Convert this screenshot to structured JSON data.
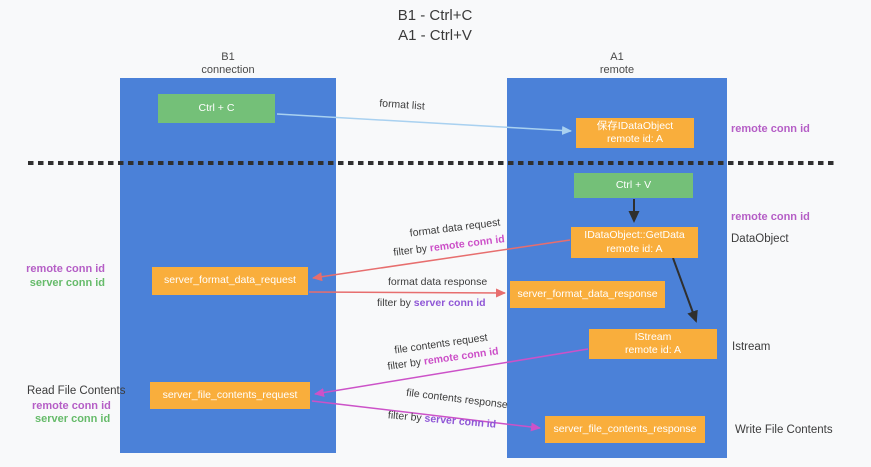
{
  "title": {
    "line1": "B1 - Ctrl+C",
    "line2": "A1 - Ctrl+V"
  },
  "lifelines": {
    "b1": {
      "name": "B1",
      "role": "connection"
    },
    "a1": {
      "name": "A1",
      "role": "remote"
    }
  },
  "nodes": {
    "ctrl_c": {
      "label": "Ctrl + C"
    },
    "save_idataobject": {
      "line1": "保存IDataObject",
      "line2": "remote id: A"
    },
    "ctrl_v": {
      "label": "Ctrl + V"
    },
    "idataobject_getdata": {
      "line1": "IDataObject::GetData",
      "line2": "remote id: A"
    },
    "server_format_data_request": {
      "label": "server_format_data_request"
    },
    "server_format_data_response": {
      "label": "server_format_data_response"
    },
    "istream": {
      "line1": "IStream",
      "line2": "remote id: A"
    },
    "server_file_contents_request": {
      "label": "server_file_contents_request"
    },
    "server_file_contents_response": {
      "label": "server_file_contents_response"
    }
  },
  "edges": {
    "format_list": {
      "label": "format list"
    },
    "format_data_request": {
      "label": "format data request",
      "filter_prefix": "filter by ",
      "filter_id": "remote conn id"
    },
    "format_data_response": {
      "label": "format data response",
      "filter_prefix": "filter by ",
      "filter_id": "server conn id"
    },
    "file_contents_request": {
      "label": "file contents request",
      "filter_prefix": "filter by ",
      "filter_id": "remote conn id"
    },
    "file_contents_response": {
      "label": "file contents response",
      "filter_prefix": "filter by ",
      "filter_id": "server conn id"
    }
  },
  "annotations": {
    "right_remote_conn_id_top": "remote conn id",
    "right_remote_conn_id_mid": "remote conn id",
    "right_dataobject": "DataObject",
    "right_istream": "Istream",
    "right_write_file_contents": "Write File Contents",
    "left_remote_conn_id_top": "remote conn id",
    "left_server_conn_id_top": "server conn id",
    "left_read_file_contents": "Read File Contents",
    "left_remote_conn_id_bottom": "remote conn id",
    "left_server_conn_id_bottom": "server conn id"
  },
  "colors": {
    "lifeline_blue": "#4b81d8",
    "node_green": "#74c078",
    "node_orange": "#f9ae3c",
    "arrow_lightblue": "#a9d1f0",
    "arrow_black": "#2f2f2f",
    "arrow_salmon": "#e76e6e",
    "arrow_magenta": "#cc52c8",
    "label_purple": "#b55ec6",
    "label_green": "#66bb6a",
    "filter_magenta": "#cc50c8",
    "filter_violet": "#8f56d6",
    "text_dark": "#3c3c3c"
  }
}
